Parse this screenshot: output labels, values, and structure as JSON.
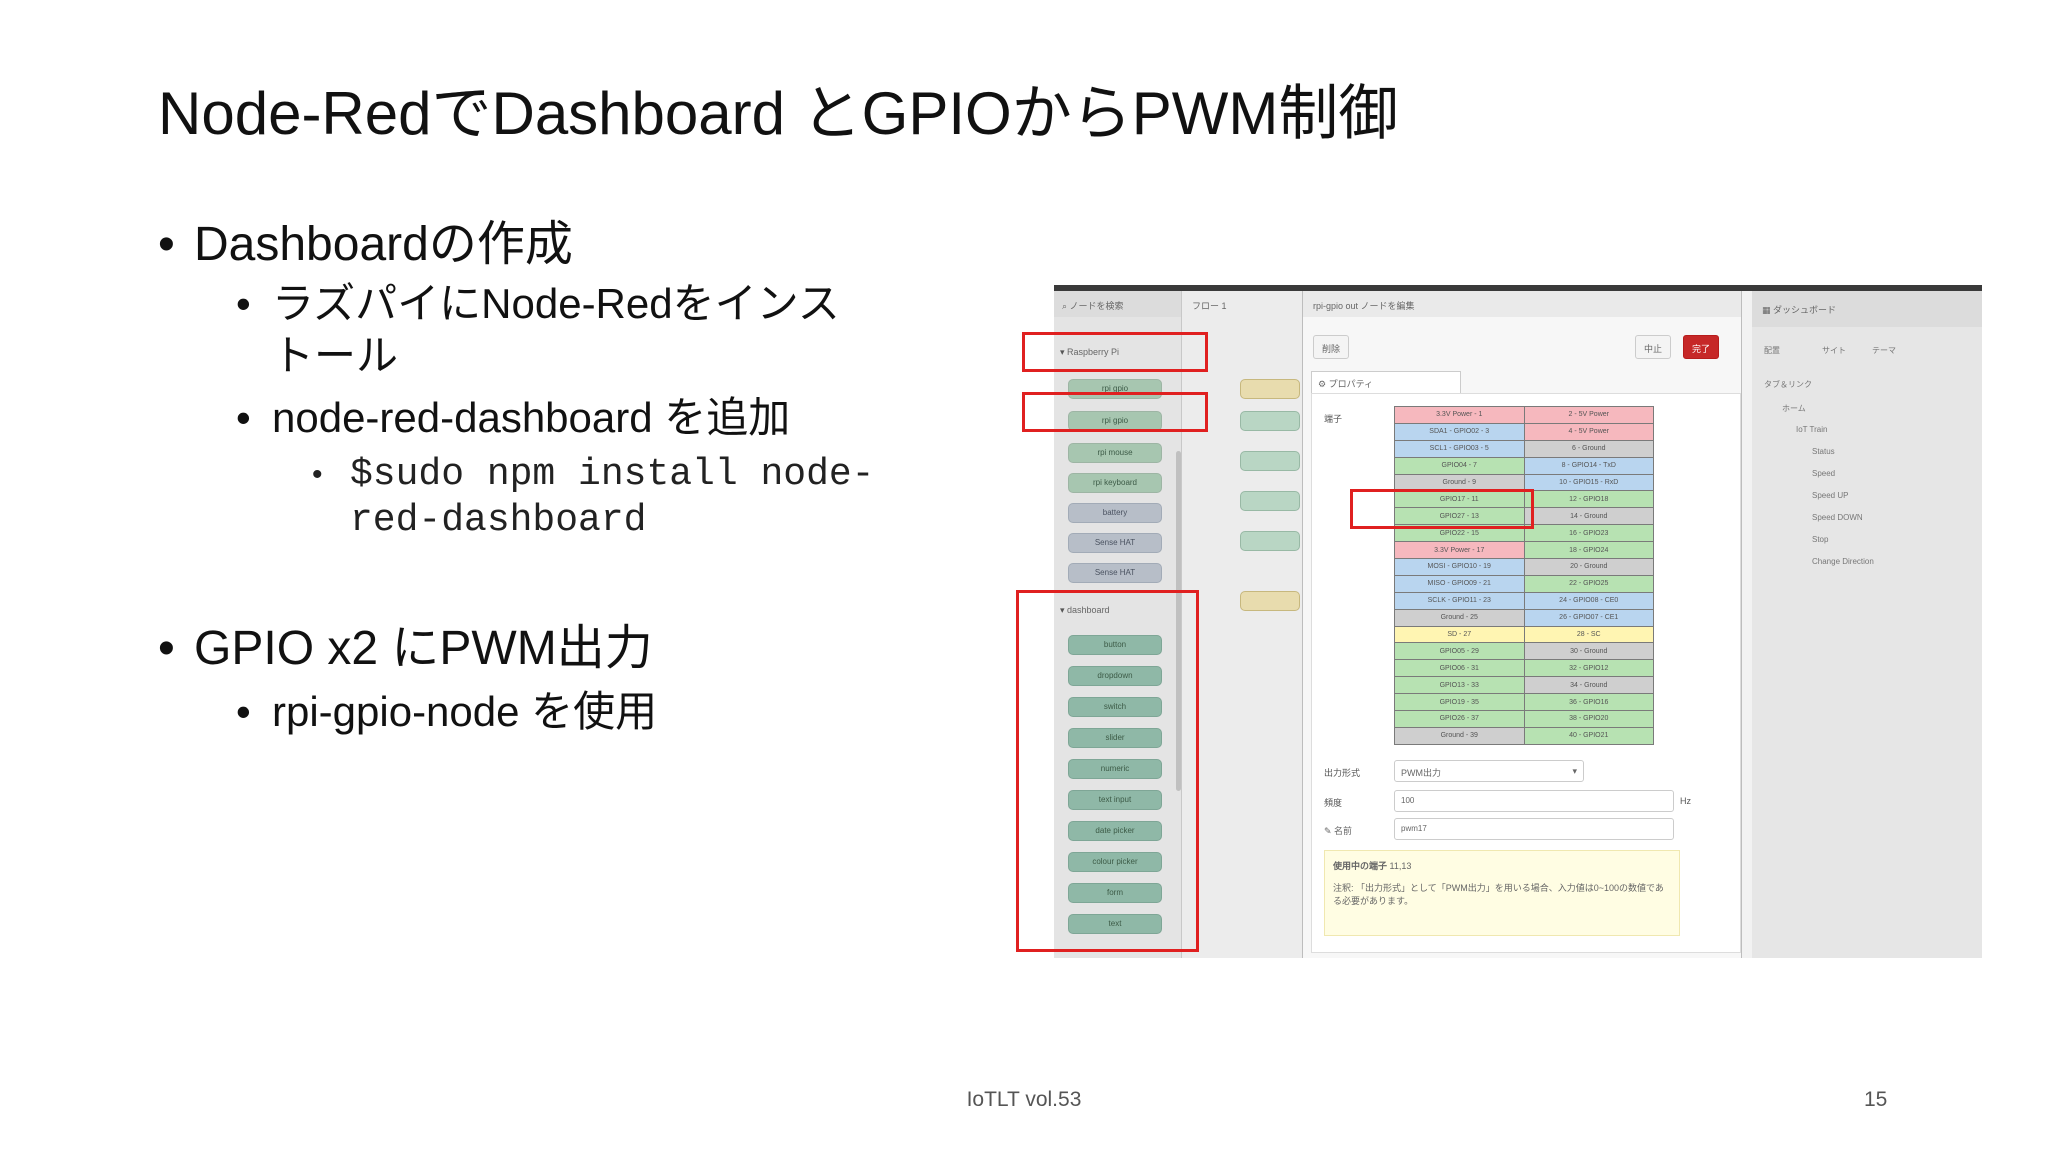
{
  "slide": {
    "title": "Node-RedでDashboard とGPIOからPWM制御",
    "bullets": {
      "b1": "Dashboardの作成",
      "b1_sub1": "ラズパイにNode-Redをインストール",
      "b1_sub2": "node-red-dashboard を追加",
      "b1_sub2_cmd": "$sudo npm install node-red-dashboard",
      "b2": "GPIO x2 にPWM出力",
      "b2_sub1": "rpi-gpio-node を使用"
    },
    "footer": "IoTLT vol.53",
    "page_number": "15"
  },
  "colors": {
    "highlight": "#e02020",
    "done_button": "#c62828"
  },
  "screenshot": {
    "palette": {
      "header": "ノードを検索",
      "category_raspberry": "Raspberry Pi",
      "category_dashboard": "dashboard",
      "raspberry_nodes": [
        "rpi gpio",
        "rpi gpio",
        "rpi mouse",
        "rpi keyboard",
        "battery",
        "Sense HAT",
        "Sense HAT"
      ],
      "dashboard_nodes": [
        "button",
        "dropdown",
        "switch",
        "slider",
        "numeric",
        "text input",
        "date picker",
        "colour picker",
        "form",
        "text"
      ]
    },
    "canvas": {
      "tab": "フロー 1"
    },
    "editor": {
      "title": "rpi-gpio out ノードを編集",
      "delete_button": "削除",
      "cancel_button": "中止",
      "done_button": "完了",
      "properties_tab": "プロパティ",
      "pin_label": "端子",
      "output_label": "出力形式",
      "output_value": "PWM出力",
      "freq_label": "頻度",
      "freq_value": "100",
      "freq_unit": "Hz",
      "name_label": "名前",
      "name_value": "pwm17",
      "info_title": "使用中の端子",
      "info_pins": "11,13",
      "info_note": "注釈: 「出力形式」として「PWM出力」を用いる場合、入力値は0~100の数値である必要があります。",
      "pins": [
        [
          "3.3V Power - 1",
          "2 - 5V Power"
        ],
        [
          "SDA1 - GPIO02 - 3",
          "4 - 5V Power"
        ],
        [
          "SCL1 - GPIO03 - 5",
          "6 - Ground"
        ],
        [
          "GPIO04 - 7",
          "8 - GPIO14 - TxD"
        ],
        [
          "Ground - 9",
          "10 - GPIO15 - RxD"
        ],
        [
          "GPIO17 - 11",
          "12 - GPIO18"
        ],
        [
          "GPIO27 - 13",
          "14 - Ground"
        ],
        [
          "GPIO22 - 15",
          "16 - GPIO23"
        ],
        [
          "3.3V Power - 17",
          "18 - GPIO24"
        ],
        [
          "MOSI - GPIO10 - 19",
          "20 - Ground"
        ],
        [
          "MISO - GPIO09 - 21",
          "22 - GPIO25"
        ],
        [
          "SCLK - GPIO11 - 23",
          "24 - GPIO08 - CE0"
        ],
        [
          "Ground - 25",
          "26 - GPIO07 - CE1"
        ],
        [
          "SD - 27",
          "28 - SC"
        ],
        [
          "GPIO05 - 29",
          "30 - Ground"
        ],
        [
          "GPIO06 - 31",
          "32 - GPIO12"
        ],
        [
          "GPIO13 - 33",
          "34 - Ground"
        ],
        [
          "GPIO19 - 35",
          "36 - GPIO16"
        ],
        [
          "GPIO26 - 37",
          "38 - GPIO20"
        ],
        [
          "Ground - 39",
          "40 - GPIO21"
        ]
      ]
    },
    "sidebar": {
      "title": "ダッシュボード",
      "tabs": [
        "配置",
        "サイト",
        "テーマ"
      ],
      "section": "タブ＆リンク",
      "home": "ホーム",
      "group": "IoT Train",
      "items": [
        "Status",
        "Speed",
        "Speed UP",
        "Speed DOWN",
        "Stop",
        "Change Direction"
      ]
    }
  }
}
